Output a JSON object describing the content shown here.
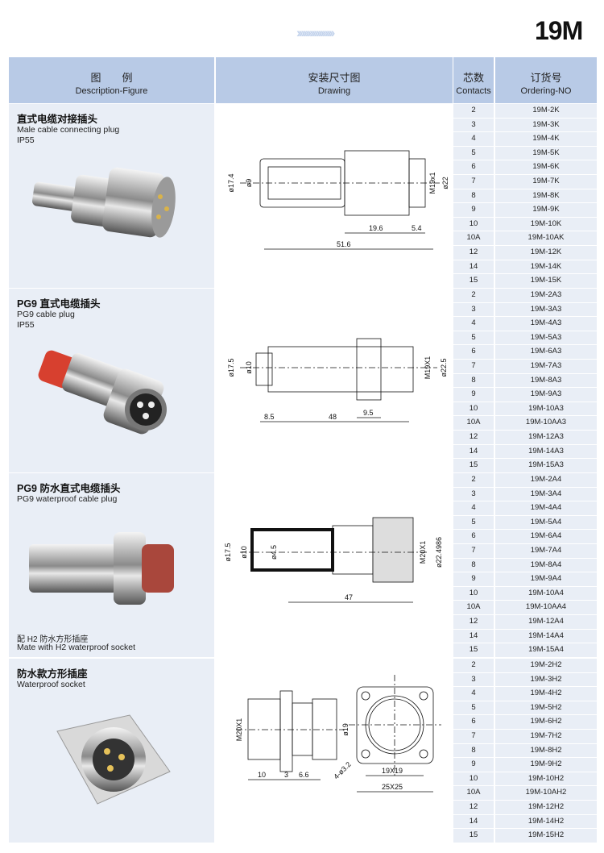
{
  "header": {
    "chevrons": "›››››››››››››››››",
    "series": "19M"
  },
  "columns": {
    "desc_cn": "图　　例",
    "desc_en": "Description-Figure",
    "draw_cn": "安装尺寸图",
    "draw_en": "Drawing",
    "contacts_cn": "芯数",
    "contacts_en": "Contacts",
    "order_cn": "订货号",
    "order_en": "Ordering-NO"
  },
  "sections": [
    {
      "title_cn": "直式电缆对接插头",
      "title_en": "Male cable connecting plug",
      "rating": "IP55",
      "dims": {
        "d1": "ø17.4",
        "d2": "ø9",
        "d3": "M19x1",
        "d4": "ø22",
        "l1": "19.6",
        "l2": "5.4",
        "l3": "51.6"
      },
      "rows": [
        [
          "2",
          "19M-2K"
        ],
        [
          "3",
          "19M-3K"
        ],
        [
          "4",
          "19M-4K"
        ],
        [
          "5",
          "19M-5K"
        ],
        [
          "6",
          "19M-6K"
        ],
        [
          "7",
          "19M-7K"
        ],
        [
          "8",
          "19M-8K"
        ],
        [
          "9",
          "19M-9K"
        ],
        [
          "10",
          "19M-10K"
        ],
        [
          "10A",
          "19M-10AK"
        ],
        [
          "12",
          "19M-12K"
        ],
        [
          "14",
          "19M-14K"
        ],
        [
          "15",
          "19M-15K"
        ]
      ]
    },
    {
      "title_cn": "PG9 直式电缆插头",
      "title_en": "PG9 cable plug",
      "rating": "IP55",
      "dims": {
        "d1": "ø17.5",
        "d2": "ø10",
        "d3": "M19X1",
        "d4": "ø22.5",
        "l1": "9.5",
        "l2": "8.5",
        "l3": "48"
      },
      "rows": [
        [
          "2",
          "19M-2A3"
        ],
        [
          "3",
          "19M-3A3"
        ],
        [
          "4",
          "19M-4A3"
        ],
        [
          "5",
          "19M-5A3"
        ],
        [
          "6",
          "19M-6A3"
        ],
        [
          "7",
          "19M-7A3"
        ],
        [
          "8",
          "19M-8A3"
        ],
        [
          "9",
          "19M-9A3"
        ],
        [
          "10",
          "19M-10A3"
        ],
        [
          "10A",
          "19M-10AA3"
        ],
        [
          "12",
          "19M-12A3"
        ],
        [
          "14",
          "19M-14A3"
        ],
        [
          "15",
          "19M-15A3"
        ]
      ]
    },
    {
      "title_cn": "PG9 防水直式电缆插头",
      "title_en": "PG9 waterproof cable plug",
      "mate_cn": "配 H2 防水方形插座",
      "mate_en": "Mate with H2 waterproof socket",
      "dims": {
        "d1": "ø17.5",
        "d2": "ø10",
        "d5": "ø4.5",
        "d3": "M20X1",
        "d4": "ø22.4986",
        "l3": "47"
      },
      "rows": [
        [
          "2",
          "19M-2A4"
        ],
        [
          "3",
          "19M-3A4"
        ],
        [
          "4",
          "19M-4A4"
        ],
        [
          "5",
          "19M-5A4"
        ],
        [
          "6",
          "19M-6A4"
        ],
        [
          "7",
          "19M-7A4"
        ],
        [
          "8",
          "19M-8A4"
        ],
        [
          "9",
          "19M-9A4"
        ],
        [
          "10",
          "19M-10A4"
        ],
        [
          "10A",
          "19M-10AA4"
        ],
        [
          "12",
          "19M-12A4"
        ],
        [
          "14",
          "19M-14A4"
        ],
        [
          "15",
          "19M-15A4"
        ]
      ]
    },
    {
      "title_cn": "防水款方形插座",
      "title_en": "Waterproof socket",
      "dims": {
        "d3": "M20X1",
        "d4": "ø19",
        "l1": "10",
        "l2": "3",
        "l3": "6.6",
        "holes": "4-ø3.2",
        "pitch": "19X19",
        "size": "25X25"
      },
      "rows": [
        [
          "2",
          "19M-2H2"
        ],
        [
          "3",
          "19M-3H2"
        ],
        [
          "4",
          "19M-4H2"
        ],
        [
          "5",
          "19M-5H2"
        ],
        [
          "6",
          "19M-6H2"
        ],
        [
          "7",
          "19M-7H2"
        ],
        [
          "8",
          "19M-8H2"
        ],
        [
          "9",
          "19M-9H2"
        ],
        [
          "10",
          "19M-10H2"
        ],
        [
          "10A",
          "19M-10AH2"
        ],
        [
          "12",
          "19M-12H2"
        ],
        [
          "14",
          "19M-14H2"
        ],
        [
          "15",
          "19M-15H2"
        ]
      ]
    }
  ]
}
